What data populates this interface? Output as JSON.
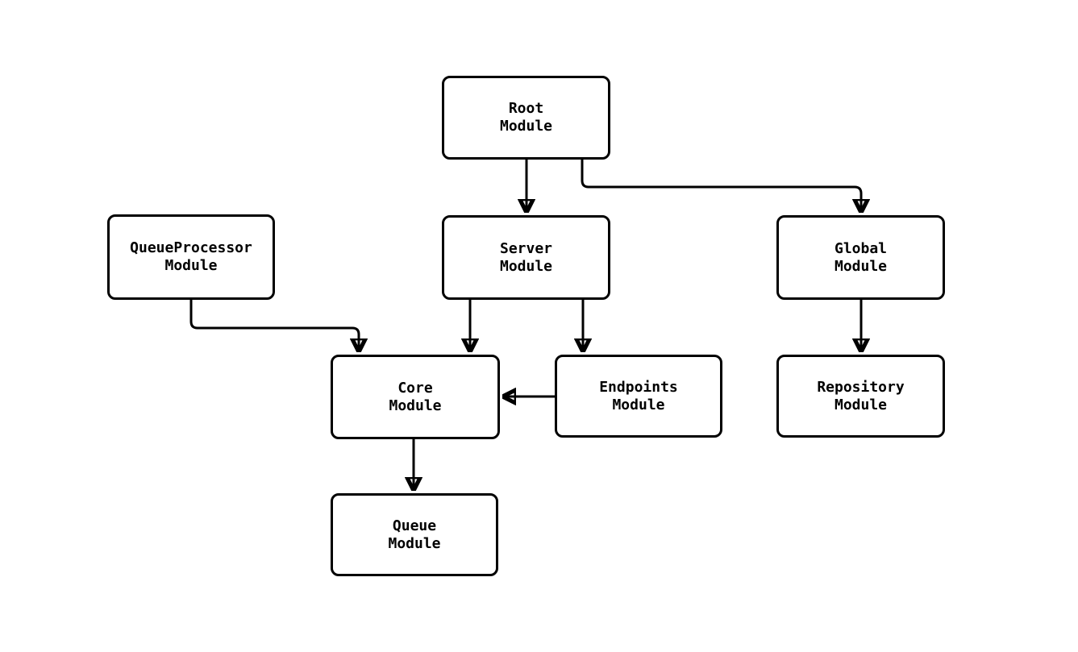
{
  "diagram": {
    "type": "module-dependency-flowchart",
    "colors": {
      "background": "#ffffff",
      "node_fill": "#ffffff",
      "node_border": "#000000",
      "text": "#000000",
      "edge": "#000000"
    },
    "nodes": {
      "root": {
        "label": "Root\nModule"
      },
      "queueprocessor": {
        "label": "QueueProcessor\nModule"
      },
      "server": {
        "label": "Server\nModule"
      },
      "global": {
        "label": "Global\nModule"
      },
      "core": {
        "label": "Core\nModule"
      },
      "endpoints": {
        "label": "Endpoints\nModule"
      },
      "repository": {
        "label": "Repository\nModule"
      },
      "queue": {
        "label": "Queue\nModule"
      }
    },
    "edges": [
      {
        "from": "Root Module",
        "to": "Server Module"
      },
      {
        "from": "Root Module",
        "to": "Global Module"
      },
      {
        "from": "QueueProcessor Module",
        "to": "Core Module"
      },
      {
        "from": "Server Module",
        "to": "Core Module"
      },
      {
        "from": "Server Module",
        "to": "Endpoints Module"
      },
      {
        "from": "Endpoints Module",
        "to": "Core Module"
      },
      {
        "from": "Global Module",
        "to": "Repository Module"
      },
      {
        "from": "Core Module",
        "to": "Queue Module"
      }
    ]
  }
}
